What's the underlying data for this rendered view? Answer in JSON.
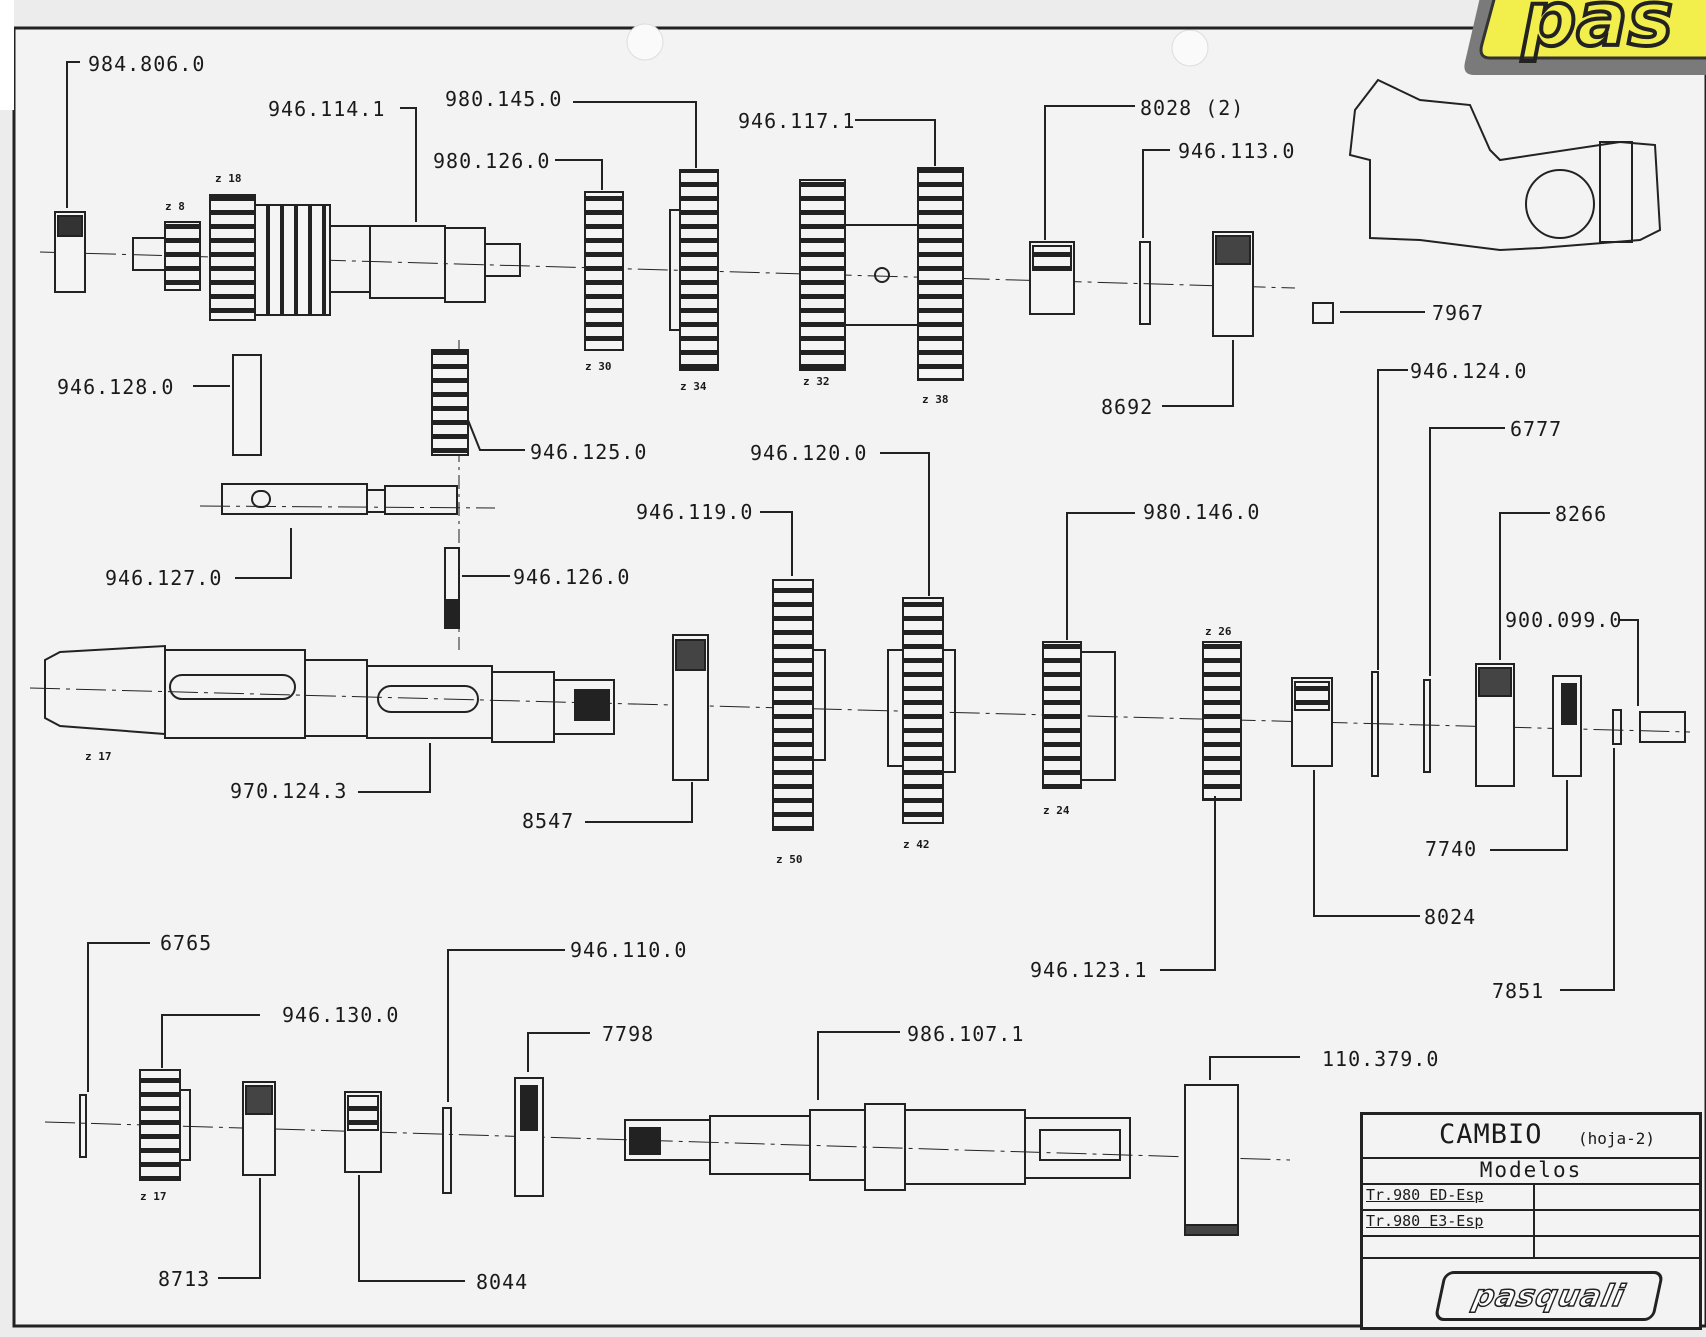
{
  "title_block": {
    "title": "CAMBIO",
    "sheet": "(hoja-2)",
    "models_heading": "Modelos",
    "models": [
      "Tr.980 ED-Esp",
      "Tr.980 E3-Esp"
    ],
    "brand": "pasquali"
  },
  "corner_logo_text": "pas",
  "part_labels": {
    "p984_806_0": "984.806.0",
    "p946_114_1": "946.114.1",
    "p980_145_0": "980.145.0",
    "p980_126_0": "980.126.0",
    "p946_117_1": "946.117.1",
    "p8028": "8028 (2)",
    "p946_113_0": "946.113.0",
    "p7967": "7967",
    "p8692": "8692",
    "p946_124_0": "946.124.0",
    "p6777": "6777",
    "p946_128_0": "946.128.0",
    "p946_125_0": "946.125.0",
    "p946_120_0": "946.120.0",
    "p946_119_0": "946.119.0",
    "p980_146_0": "980.146.0",
    "p8266": "8266",
    "p946_127_0": "946.127.0",
    "p946_126_0": "946.126.0",
    "p900_099_0": "900.099.0",
    "p970_124_3": "970.124.3",
    "p8547": "8547",
    "p7740": "7740",
    "p8024": "8024",
    "p6765": "6765",
    "p946_110_0": "946.110.0",
    "p946_130_0": "946.130.0",
    "p7798": "7798",
    "p986_107_1": "986.107.1",
    "p946_123_1": "946.123.1",
    "p7851": "7851",
    "p110_379_0": "110.379.0",
    "p8713": "8713",
    "p8044": "8044"
  },
  "tooth_counts": {
    "z8": "z 8",
    "z18": "z 18",
    "z30": "z 30",
    "z34": "z 34",
    "z32": "z 32",
    "z38": "z 38",
    "z17a": "z 17",
    "z50": "z 50",
    "z42": "z 42",
    "z24": "z 24",
    "z26": "z 26",
    "z17b": "z 17"
  }
}
